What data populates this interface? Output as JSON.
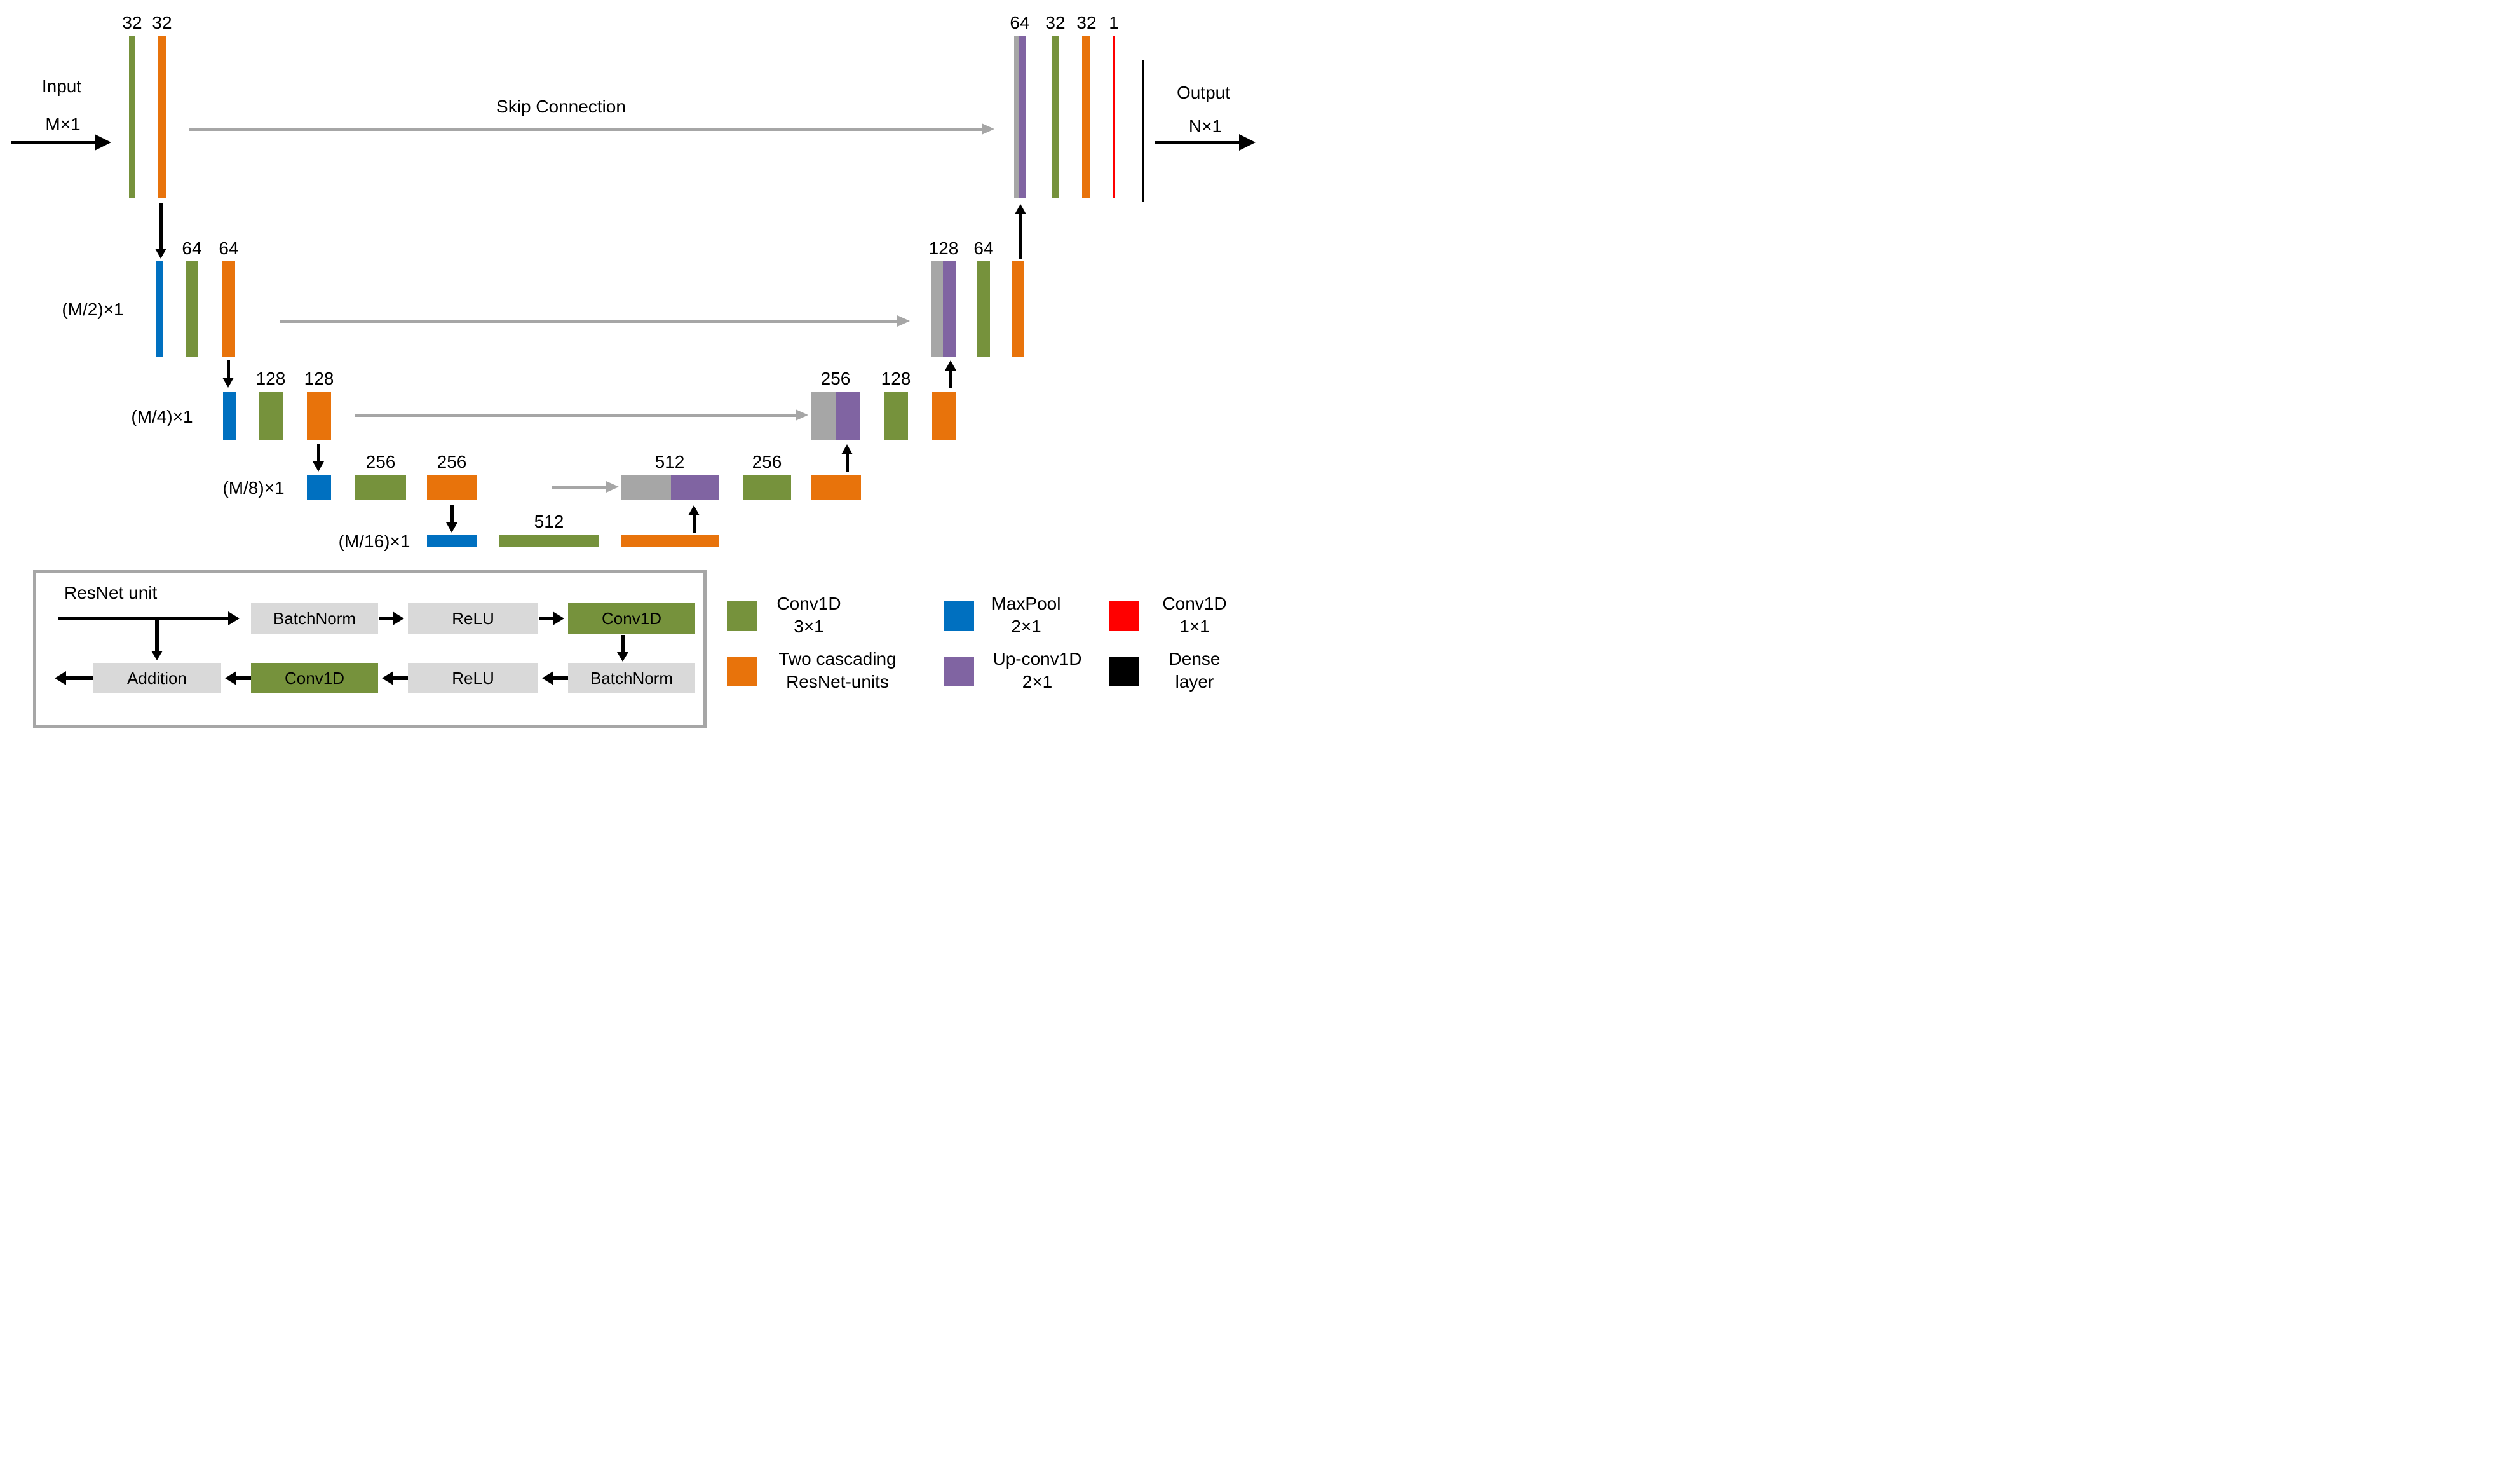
{
  "figure": {
    "input": {
      "name": "Input",
      "dims": "M×1"
    },
    "output": {
      "name": "Output",
      "dims": "N×1"
    },
    "skip_label": "Skip Connection",
    "levels": {
      "l1": {
        "enc": {
          "conv": "32",
          "res": "32"
        },
        "dec": {
          "concat": "64",
          "conv": "32",
          "res": "32",
          "final": "1"
        }
      },
      "l2": {
        "name": "(M/2)×1",
        "enc": {
          "conv": "64",
          "res": "64"
        },
        "dec": {
          "concat": "128",
          "conv": "64"
        }
      },
      "l3": {
        "name": "(M/4)×1",
        "enc": {
          "conv": "128",
          "res": "128"
        },
        "dec": {
          "concat": "256",
          "conv": "128"
        }
      },
      "l4": {
        "name": "(M/8)×1",
        "enc": {
          "conv": "256",
          "res": "256"
        },
        "dec": {
          "concat": "512",
          "conv": "256"
        }
      },
      "l5": {
        "name": "(M/16)×1",
        "conv": "512"
      }
    }
  },
  "resnet_unit": {
    "title": "ResNet unit",
    "batchnorm": "BatchNorm",
    "relu": "ReLU",
    "conv": "Conv1D",
    "addition": "Addition"
  },
  "legend": {
    "conv3": {
      "line1": "Conv1D",
      "line2": "3×1"
    },
    "cascade": {
      "line1": "Two cascading",
      "line2": "ResNet-units"
    },
    "maxpool": {
      "line1": "MaxPool",
      "line2": "2×1"
    },
    "upconv": {
      "line1": "Up-conv1D",
      "line2": "2×1"
    },
    "conv1": {
      "line1": "Conv1D",
      "line2": "1×1"
    },
    "dense": {
      "line1": "Dense",
      "line2": "layer"
    }
  },
  "colors": {
    "conv_green": "#76923C",
    "resnet_orange": "#E8730B",
    "maxpool_blue": "#0070C0",
    "upconv_purple": "#8064A2",
    "conv1x1_red": "#FF0000",
    "dense_black": "#000000",
    "skip_gray": "#A6A6A6",
    "unit_box_gray": "#D9D9D9"
  }
}
